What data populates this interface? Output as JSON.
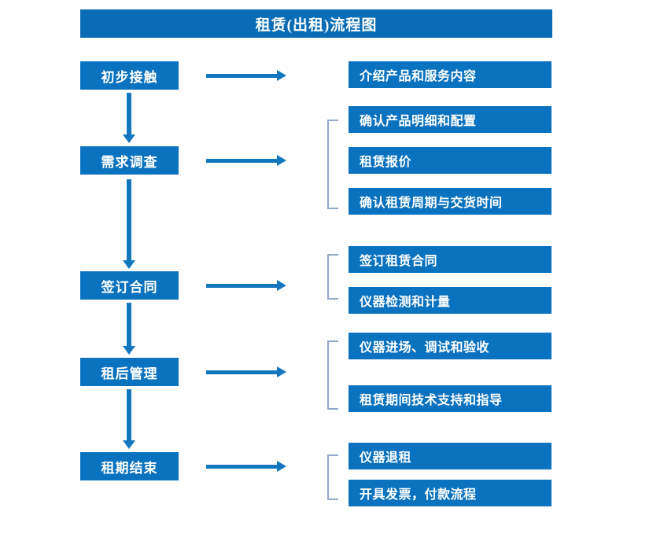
{
  "header": {
    "title": "租赁(出租)流程图",
    "bar_color": "#0A6CB4",
    "text_color": "#FFFFFF"
  },
  "theme": {
    "box_color": "#0A72BF",
    "arrow_color": "#1277BD",
    "bracket_color": "#8FA9C9",
    "background": "#FFFFFF"
  },
  "flow": {
    "stages": [
      {
        "label": "初步接触"
      },
      {
        "label": "需求调查"
      },
      {
        "label": "签订合同"
      },
      {
        "label": "租后管理"
      },
      {
        "label": "租期结束"
      }
    ],
    "tasks": [
      {
        "label": "介绍产品和服务内容"
      },
      {
        "label": "确认产品明细和配置"
      },
      {
        "label": "租赁报价"
      },
      {
        "label": "确认租赁周期与交货时间"
      },
      {
        "label": "签订租赁合同"
      },
      {
        "label": "仪器检测和计量"
      },
      {
        "label": "仪器进场、调试和验收"
      },
      {
        "label": "租赁期间技术支持和指导"
      },
      {
        "label": "仪器退租"
      },
      {
        "label": "开具发票，付款流程"
      }
    ],
    "groups": [
      {
        "stage": "需求调查",
        "tasks": [
          "确认产品明细和配置",
          "租赁报价",
          "确认租赁周期与交货时间"
        ]
      },
      {
        "stage": "签订合同",
        "tasks": [
          "签订租赁合同",
          "仪器检测和计量"
        ]
      },
      {
        "stage": "租后管理",
        "tasks": [
          "仪器进场、调试和验收",
          "租赁期间技术支持和指导"
        ]
      },
      {
        "stage": "租期结束",
        "tasks": [
          "仪器退租",
          "开具发票，付款流程"
        ]
      }
    ],
    "connector_labels": {
      "stage_to_stage": "向下流程箭头",
      "stage_to_tasks": "向右指向箭头"
    }
  }
}
